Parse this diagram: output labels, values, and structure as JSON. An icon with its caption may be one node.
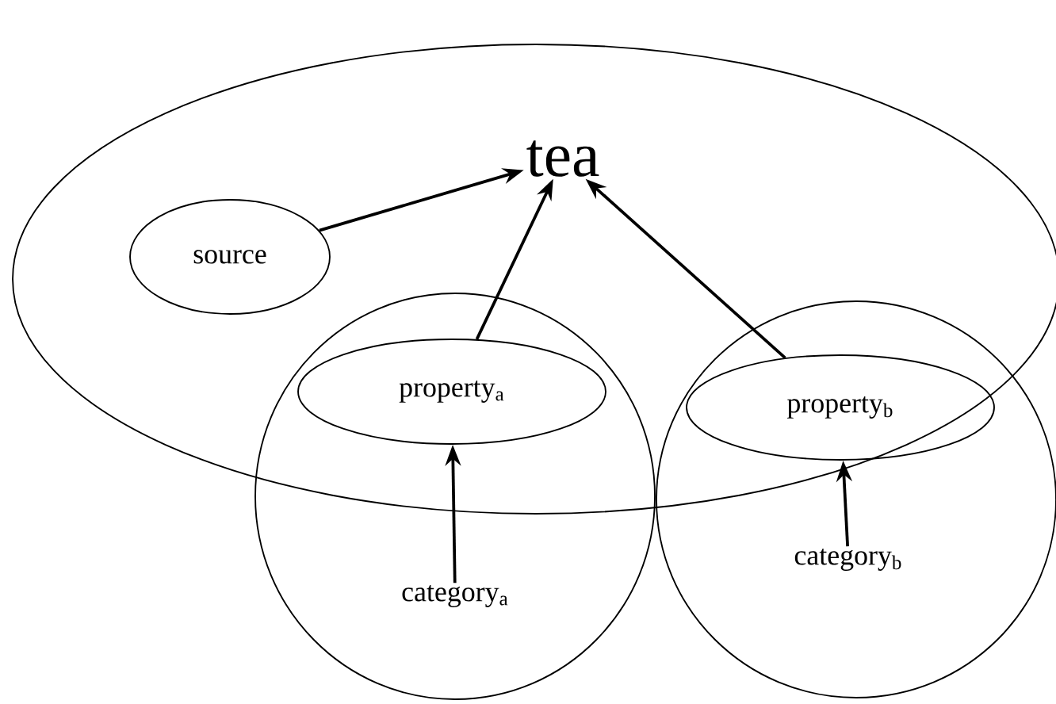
{
  "diagram": {
    "nodes": [
      {
        "text": [],
        "shape": "ellipse"
      },
      {
        "text": [
          "tea"
        ],
        "in": 0
      },
      {
        "text": [
          "source"
        ],
        "in": 0
      },
      {
        "text": [
          "property$_{a}$"
        ]
      },
      {
        "text": [
          "property$_{b}$"
        ]
      },
      {
        "text": [],
        "shape": "ellipse"
      },
      {
        "text": [],
        "shape": "ellipse"
      },
      {
        "text": [
          "category$_{a}$"
        ],
        "in": 5
      },
      {
        "text": [
          "category$_{b}$"
        ],
        "in": 6
      }
    ],
    "edges": [
      {
        "from": 2,
        "to": 1,
        "arrow": "to"
      },
      {
        "from": 3,
        "to": 1,
        "arrow": "to"
      },
      {
        "from": 4,
        "to": 1,
        "arrow": "to"
      },
      {
        "from": 7,
        "to": 3,
        "arrow": "to"
      },
      {
        "from": 8,
        "to": 4,
        "arrow": "to"
      }
    ]
  }
}
